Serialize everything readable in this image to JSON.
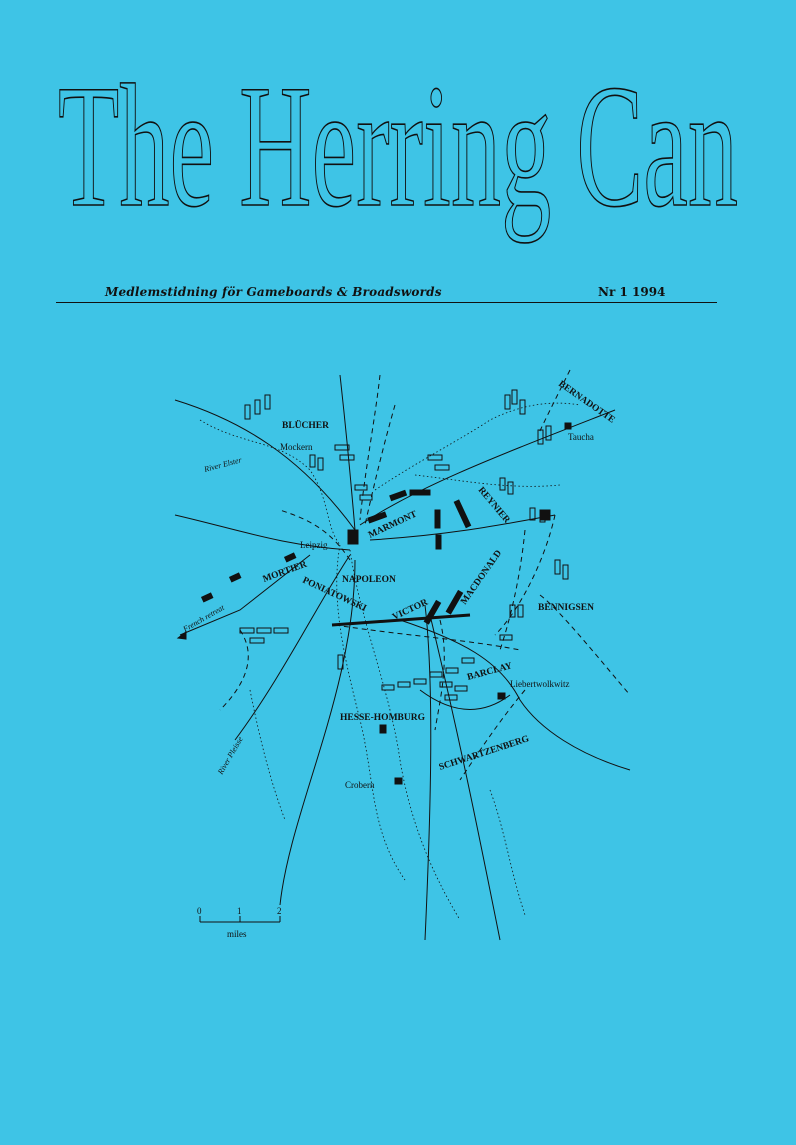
{
  "magazine": {
    "title": "The Herring Can",
    "subtitle": "Medlemstidning för Gameboards & Broadswords",
    "issue": "Nr 1 1994"
  },
  "map": {
    "commanders": {
      "blucher": "BLÜCHER",
      "bernadotte": "BERNADOTTE",
      "marmont": "MARMONT",
      "reynier": "REYNIER",
      "mortier": "MORTIER",
      "napoleon": "NAPOLEON",
      "poniatowski": "PONIATOWSKI",
      "victor": "VICTOR",
      "macdonald": "MACDONALD",
      "bennigsen": "BENNIGSEN",
      "barclay": "BARCLAY",
      "hesse_homburg": "HESSE-HOMBURG",
      "schwartzenberg": "SCHWARTZENBERG"
    },
    "places": {
      "mockern": "Mockern",
      "taucha": "Taucha",
      "leipzig": "Leipzig",
      "liebertwolkwitz": "Liebertwolkwitz",
      "crobern": "Crobern"
    },
    "rivers": {
      "elster": "River Elster",
      "pleisse": "River Pleisse"
    },
    "annotations": {
      "retreat": "French retreat"
    },
    "scale": {
      "ticks": [
        "0",
        "1",
        "2"
      ],
      "unit": "miles"
    },
    "colors": {
      "background": "#3ec4e6",
      "ink": "#111111"
    }
  }
}
